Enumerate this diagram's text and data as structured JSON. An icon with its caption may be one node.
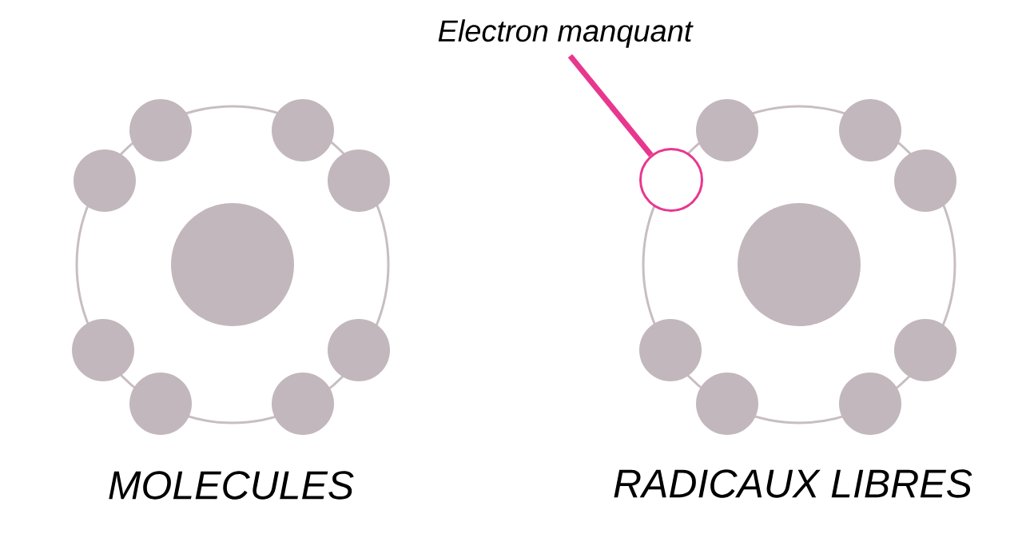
{
  "diagram": {
    "nodes": [
      {
        "text": [
          "Electron manquant"
        ]
      },
      {
        "text": [],
        "shape": "circle"
      }
    ],
    "edges": [
      {
        "from": 0,
        "to": 1,
        "arrow": "none"
      }
    ],
    "labels": [
      "MOLECULES",
      "RADICAUX LIBRES"
    ]
  }
}
